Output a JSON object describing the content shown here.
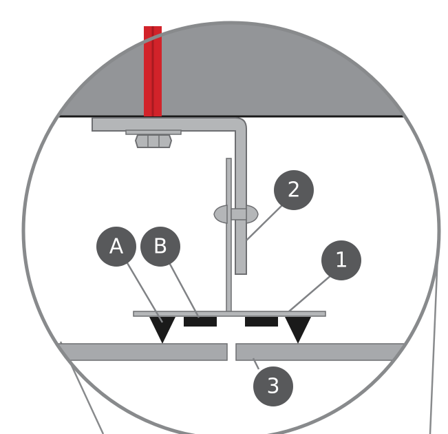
{
  "colors": {
    "circle_outline": "#888a8c",
    "ceiling": "#939598",
    "ceiling_edge": "#1a1a1a",
    "bolt": "#d2232a",
    "metal": "#b4b6b8",
    "metal_stroke": "#6d6e71",
    "panel": "#a7a9ac",
    "callout_fill": "#58595b",
    "marker_dark": "#1a1a1a",
    "leader": "#808285"
  },
  "callouts": {
    "a": "A",
    "b": "B",
    "one": "1",
    "two": "2",
    "three": "3"
  }
}
